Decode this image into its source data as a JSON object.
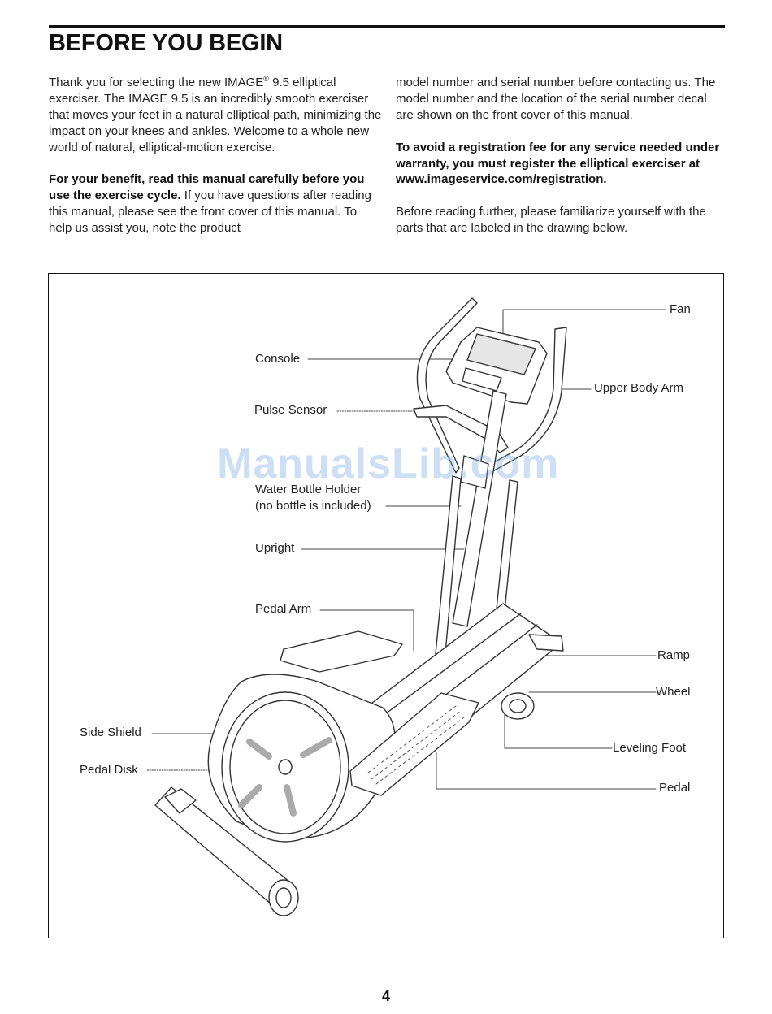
{
  "page": {
    "title": "BEFORE YOU BEGIN",
    "page_number": "4",
    "watermark": "ManualsLib.com"
  },
  "intro": {
    "p1_before_reg": "Thank you for selecting the new IMAGE",
    "p1_reg": "®",
    "p1_after_reg": " 9.5 elliptical exerciser. The IMAGE 9.5 is an incredibly smooth exerciser that moves your feet in a natural elliptical path, minimizing the impact on your knees and ankles. Welcome to a whole new world of natural, elliptical-motion exercise.",
    "p2_bold": "For your benefit, read this manual carefully before you use the exercise cycle.",
    "p2_text": " If you have questions after reading this manual, please see the front cover of this manual. To help us assist you, note the product model number and serial number before contacting us. The model number and the location of the serial number decal are shown on the front cover of this manual.",
    "p3_bold": "To avoid a registration fee for any service needed under warranty, you must register the elliptical exerciser at www.imageservice.com/registration.",
    "p4": "Before reading further, please familiarize yourself with the parts that are labeled in the drawing below."
  },
  "diagram": {
    "labels": {
      "fan": "Fan",
      "console": "Console",
      "upper_body_arm": "Upper Body Arm",
      "pulse_sensor": "Pulse Sensor",
      "water_bottle_holder_1": "Water Bottle Holder",
      "water_bottle_holder_2": "(no bottle is included)",
      "upright": "Upright",
      "pedal_arm": "Pedal Arm",
      "ramp": "Ramp",
      "wheel": "Wheel",
      "side_shield": "Side Shield",
      "leveling_foot": "Leveling Foot",
      "pedal_disk": "Pedal Disk",
      "pedal": "Pedal"
    }
  }
}
